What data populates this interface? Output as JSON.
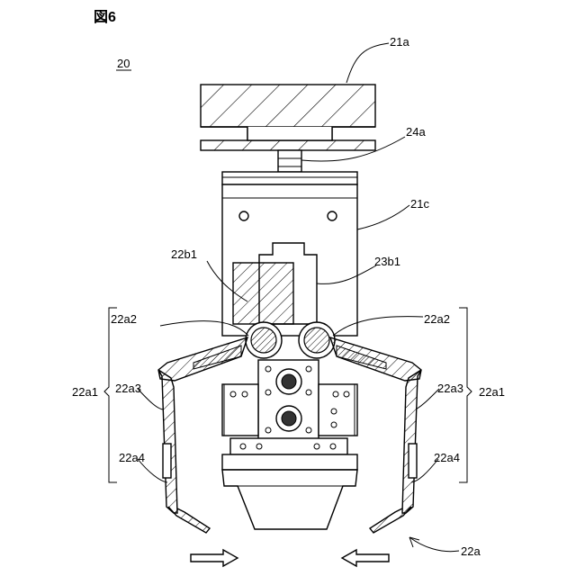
{
  "figure": {
    "title": "図6",
    "ref_main": "20"
  },
  "labels": {
    "l21a": "21a",
    "l24a": "24a",
    "l21c": "21c",
    "l22b1": "22b1",
    "l23b1": "23b1",
    "l22a2_left": "22a2",
    "l22a2_right": "22a2",
    "l22a1_left": "22a1",
    "l22a1_right": "22a1",
    "l22a3_left": "22a3",
    "l22a3_right": "22a3",
    "l22a4_left": "22a4",
    "l22a4_right": "22a4",
    "l22a": "22a"
  }
}
